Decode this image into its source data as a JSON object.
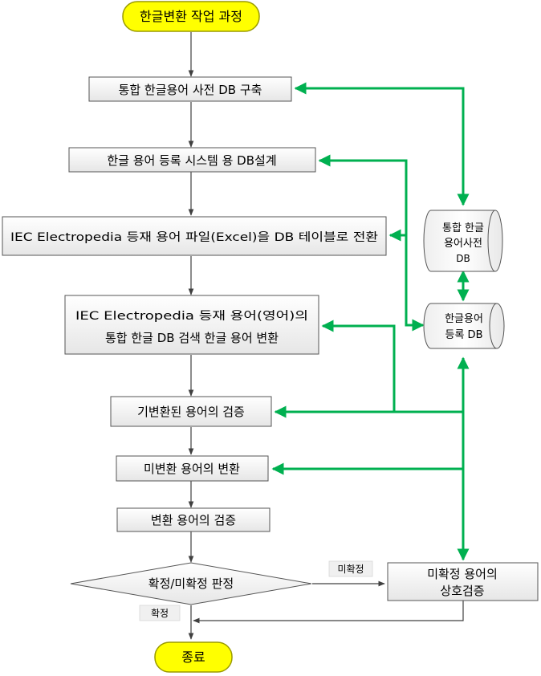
{
  "start": "한글변환 작업 과정",
  "steps": [
    "통합 한글용어 사전 DB 구축",
    "한글 용어 등록 시스템 용 DB설계",
    "IEC Electropedia 등재 용어 파일(Excel)을 DB 테이블로 전환",
    [
      "IEC Electropedia 등재 용어(영어)의",
      "통합 한글 DB 검색 한글 용어 변환"
    ],
    "기변환된 용어의 검증",
    "미변환 용어의 변환",
    "변환 용어의 검증"
  ],
  "decision": "확정/미확정 판정",
  "cross_check": [
    "미확정 용어의",
    "상호검증"
  ],
  "databases": {
    "dictionary": [
      "통합 한글",
      "용어사전",
      "DB"
    ],
    "registration": [
      "한글용어",
      "등록 DB"
    ]
  },
  "branch_labels": {
    "unconfirmed": "미확정",
    "confirmed": "확정"
  },
  "end": "종료",
  "colors": {
    "terminal_fill": "#ffff00",
    "terminal_stroke": "#9a9a00",
    "box_stroke": "#555555",
    "flow_arrow": "#404040",
    "db_link": "#00b050"
  }
}
